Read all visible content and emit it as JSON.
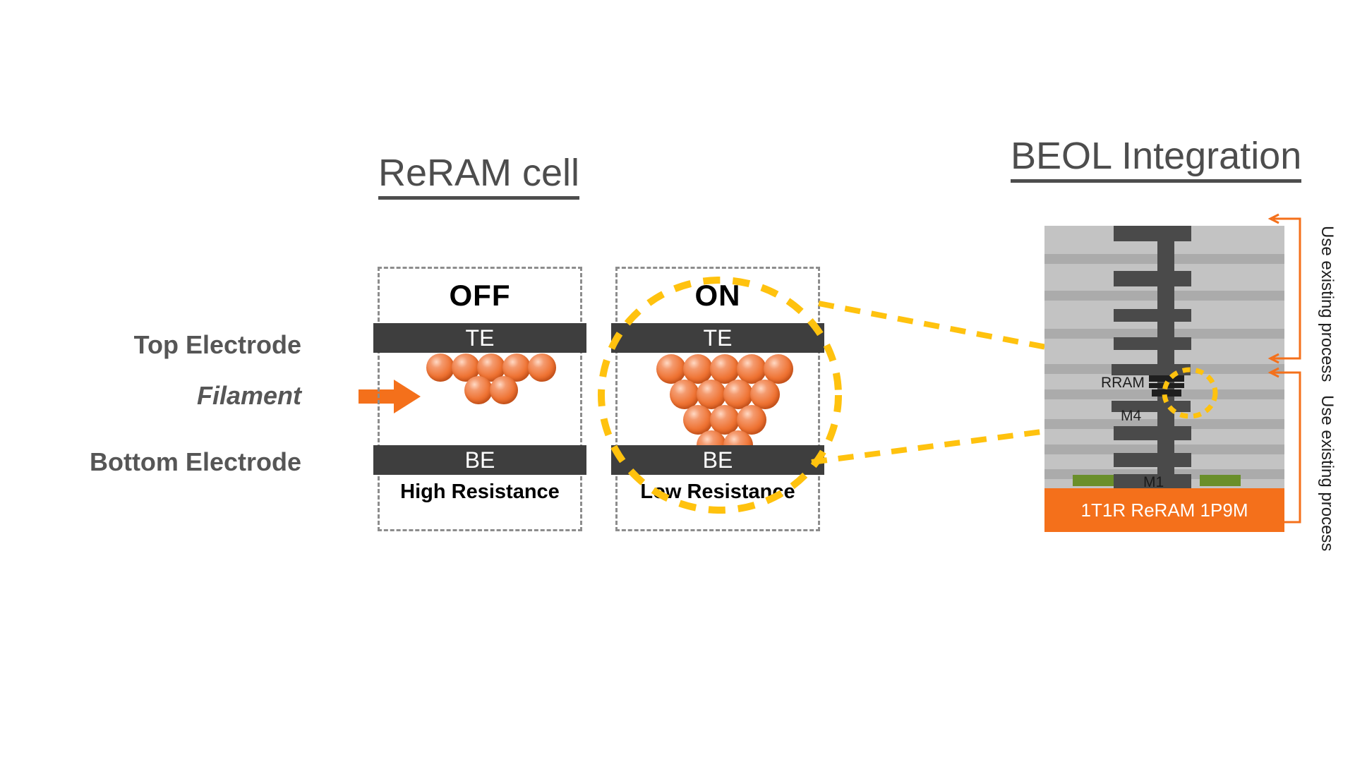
{
  "titles": {
    "reram": "ReRAM cell",
    "beol": "BEOL Integration"
  },
  "left_labels": {
    "top_electrode": "Top Electrode",
    "filament": "Filament",
    "bottom_electrode": "Bottom Electrode"
  },
  "cells": [
    {
      "id": "off",
      "state": "OFF",
      "top_electrode": "TE",
      "bottom_electrode": "BE",
      "resistance": "High Resistance",
      "filament_rows": [
        5,
        2
      ]
    },
    {
      "id": "on",
      "state": "ON",
      "top_electrode": "TE",
      "bottom_electrode": "BE",
      "resistance": "Low Resistance",
      "filament_rows": [
        5,
        4,
        3,
        2
      ]
    }
  ],
  "beol": {
    "stack_labels": {
      "rram": "RRAM",
      "m4": "M4",
      "m1": "M1"
    },
    "bottom_bar": "1T1R ReRAM 1P9M",
    "brackets": [
      {
        "id": "top",
        "text": "Use existing process"
      },
      {
        "id": "bottom",
        "text": "Use existing process"
      }
    ]
  },
  "colors": {
    "title_gray": "#4d4d4d",
    "label_gray": "#565656",
    "electrode_dark": "#3e3e3e",
    "filament_orange": "#ef7434",
    "arrow_orange": "#f4701b",
    "highlight_yellow": "#ffc20e",
    "dashed_box_gray": "#8d8d8d",
    "beol_ild": "#c3c3c3",
    "beol_ild_alt": "#ababab",
    "beol_metal": "#4a4a4a",
    "beol_bottom_bar": "#f4701b",
    "bracket_orange": "#f4701b"
  }
}
